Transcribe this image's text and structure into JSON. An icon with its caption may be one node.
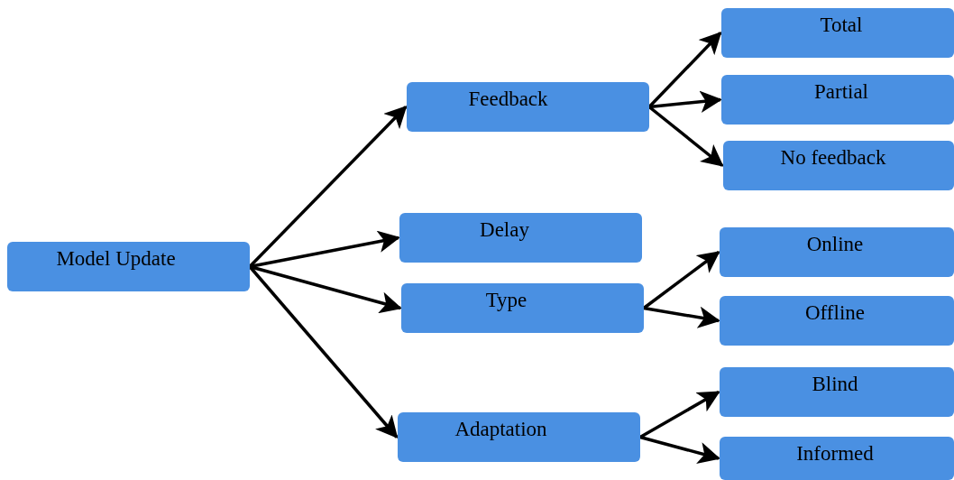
{
  "diagram": {
    "nodes": [
      {
        "text": [
          "Model Update"
        ]
      },
      {
        "text": [
          "Feedback"
        ]
      },
      {
        "text": [
          "Delay"
        ]
      },
      {
        "text": [
          "Type"
        ]
      },
      {
        "text": [
          "Adaptation"
        ]
      },
      {
        "text": [
          "Total"
        ]
      },
      {
        "text": [
          "Partial"
        ]
      },
      {
        "text": [
          "No feedback"
        ]
      },
      {
        "text": [
          "Online"
        ]
      },
      {
        "text": [
          "Offline"
        ]
      },
      {
        "text": [
          "Blind"
        ]
      },
      {
        "text": [
          "Informed"
        ]
      }
    ],
    "edges": [
      {
        "from": 0,
        "to": 1,
        "arrow": "to"
      },
      {
        "from": 0,
        "to": 2,
        "arrow": "to"
      },
      {
        "from": 0,
        "to": 3,
        "arrow": "to"
      },
      {
        "from": 0,
        "to": 4,
        "arrow": "to"
      },
      {
        "from": 1,
        "to": 5,
        "arrow": "to"
      },
      {
        "from": 1,
        "to": 6,
        "arrow": "to"
      },
      {
        "from": 1,
        "to": 7,
        "arrow": "to"
      },
      {
        "from": 3,
        "to": 8,
        "arrow": "to"
      },
      {
        "from": 3,
        "to": 9,
        "arrow": "to"
      },
      {
        "from": 4,
        "to": 10,
        "arrow": "to"
      },
      {
        "from": 4,
        "to": 11,
        "arrow": "to"
      }
    ]
  }
}
